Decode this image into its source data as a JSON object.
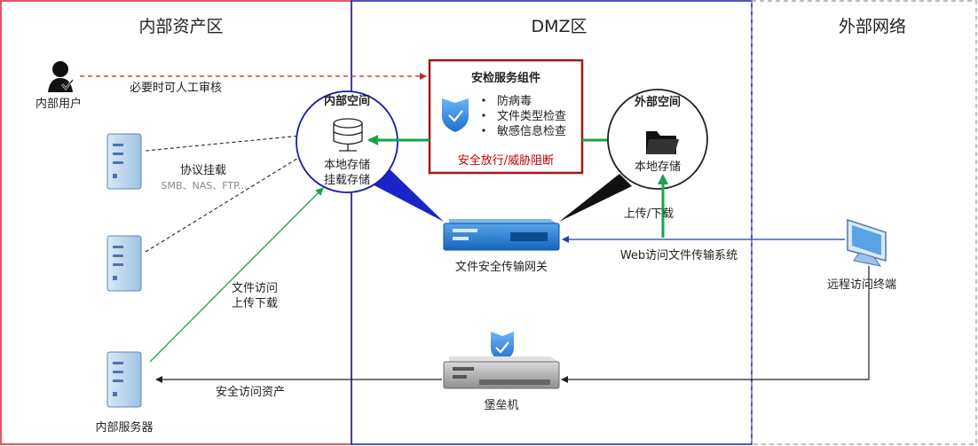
{
  "zones": {
    "internal": "内部资产区",
    "dmz": "DMZ区",
    "external": "外部网络"
  },
  "internal_user": {
    "label": "内部用户",
    "review_note": "必要时可人工审核"
  },
  "servers": {
    "protocol_mount": "协议挂载",
    "protocols": "SMB、NAS、FTP...",
    "file_access_line1": "文件访问",
    "file_access_line2": "上传下载",
    "internal_server": "内部服务器"
  },
  "inner_space": {
    "title": "内部空间",
    "line1": "本地存储",
    "line2": "挂载存储"
  },
  "security_group": {
    "title": "安检服务组件",
    "items": [
      "防病毒",
      "文件类型检查",
      "敏感信息检查"
    ],
    "footer": "安全放行/威胁阻断",
    "border_color": "#a01818"
  },
  "outer_space": {
    "title": "外部空间",
    "line1": "本地存储"
  },
  "gateway": {
    "label": "文件安全传输网关",
    "upload_label": "上传/下载"
  },
  "remote": {
    "label": "远程访问终端",
    "web_access": "Web访问文件传输系统"
  },
  "bastion": {
    "label": "堡垒机",
    "secure_access": "安全访问资产"
  },
  "colors": {
    "internal_border": "#d9212b",
    "dmz_border": "#1a1aa8",
    "external_border": "#888888",
    "green": "#1aa34a",
    "blue_arrow": "#1d3fb8",
    "device_blue": "#1565c0"
  }
}
